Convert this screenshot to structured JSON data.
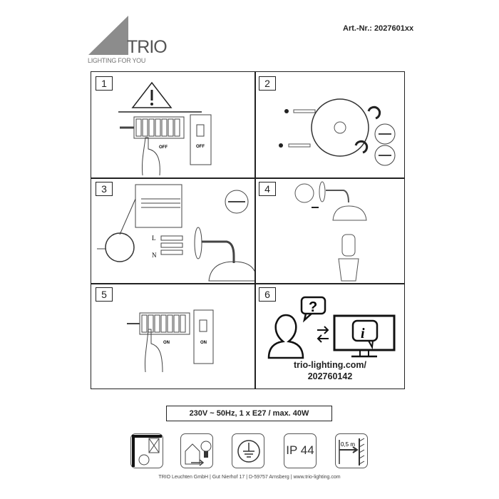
{
  "header": {
    "logo_name": "TRIO",
    "logo_tagline": "LIGHTING FOR YOU",
    "article_number": "Art.-Nr.: 2027601xx"
  },
  "steps": [
    {
      "number": "1",
      "labels": [
        "OFF",
        "OFF"
      ]
    },
    {
      "number": "2"
    },
    {
      "number": "3",
      "labels": [
        "L",
        "N"
      ]
    },
    {
      "number": "4"
    },
    {
      "number": "5",
      "labels": [
        "ON",
        "ON"
      ]
    },
    {
      "number": "6",
      "url_line1": "trio-lighting.com/",
      "url_line2": "202760142"
    }
  ],
  "spec": "230V ~ 50Hz, 1 x E27 / max. 40W",
  "symbols": [
    {
      "icon": "no-cover-insulation-icon"
    },
    {
      "icon": "indoor-outdoor-lamp-icon"
    },
    {
      "icon": "protective-earth-icon"
    },
    {
      "icon": "ip-rating-icon",
      "label": "IP 44"
    },
    {
      "icon": "min-distance-icon",
      "label": "0,5 m"
    }
  ],
  "footer": "TRIO Leuchten GmbH  |  Gut Nierhof 17  |  D-59757 Arnsberg  |  www.trio-lighting.com"
}
